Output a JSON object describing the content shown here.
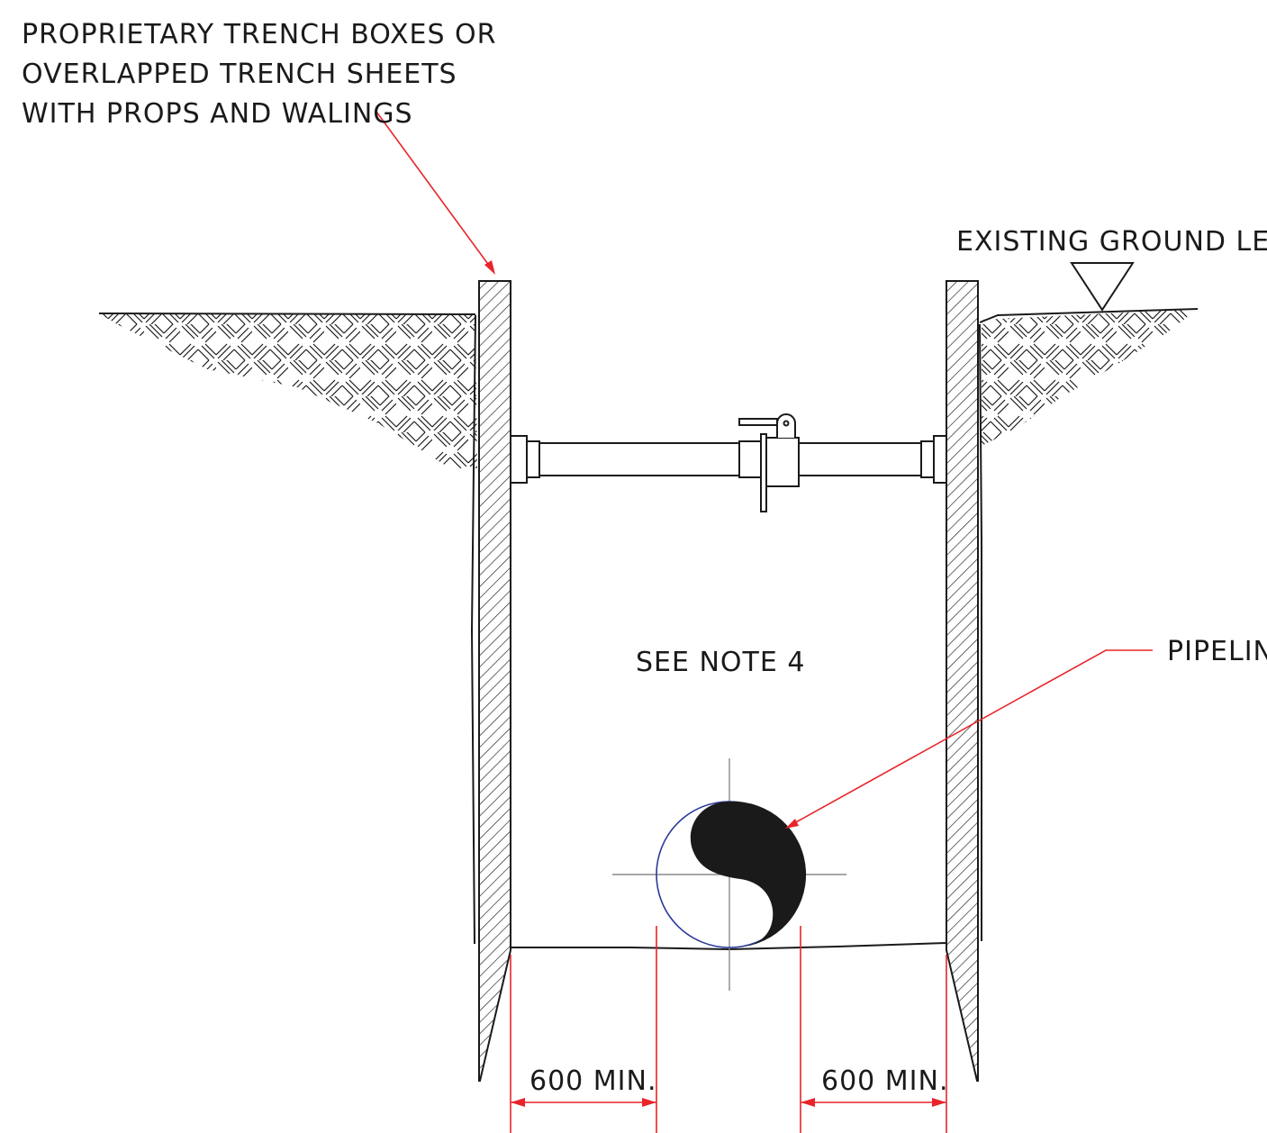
{
  "labels": {
    "shoring_line1": "PROPRIETARY TRENCH BOXES OR",
    "shoring_line2": "OVERLAPPED TRENCH SHEETS",
    "shoring_line3": "WITH PROPS AND WALINGS",
    "ground_level": "EXISTING GROUND LEVEL",
    "see_note": "SEE NOTE 4",
    "pipeline": "PIPELINE",
    "clearance_left": "600 MIN.",
    "clearance_right": "600 MIN."
  },
  "colors": {
    "ink": "#1a1a1a",
    "leader": "#e8242a",
    "pipe_outline": "#2a3a9a",
    "centerline": "#8a8a8a"
  }
}
